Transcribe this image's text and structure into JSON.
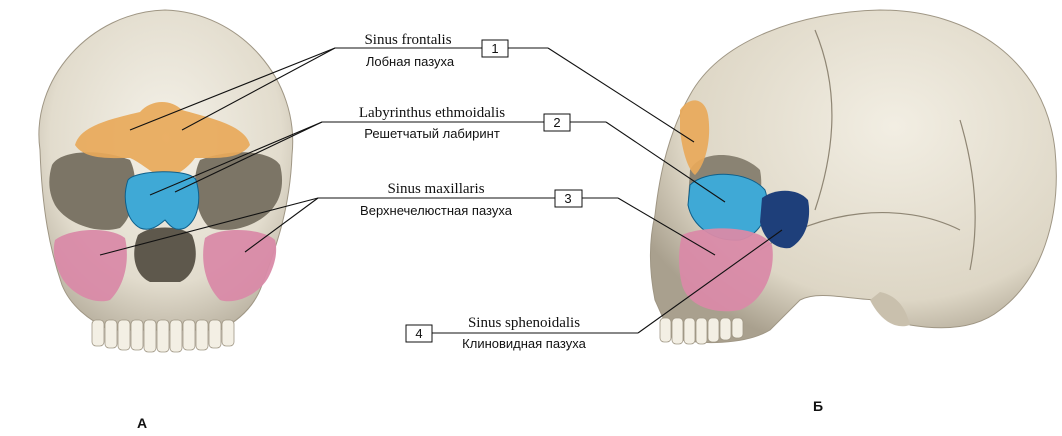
{
  "panels": {
    "left": "А",
    "right": "Б"
  },
  "labels": [
    {
      "number": "1",
      "latin": "Sinus frontalis",
      "russian": "Лобная пазуха"
    },
    {
      "number": "2",
      "latin": "Labyrinthus ethmoidalis",
      "russian": "Решетчатый лабиринт"
    },
    {
      "number": "3",
      "latin": "Sinus maxillaris",
      "russian": "Верхнечелюстная пазуха"
    },
    {
      "number": "4",
      "latin": "Sinus sphenoidalis",
      "russian": "Клиновидная пазуха"
    }
  ],
  "colors": {
    "frontal": "#e8a95a",
    "ethmoidal": "#3fa9d6",
    "maxillary": "#d98aa8",
    "sphenoidal": "#1e3f7a",
    "bone": "#e8e3d6",
    "bone_shadow": "#b9b1a0"
  }
}
